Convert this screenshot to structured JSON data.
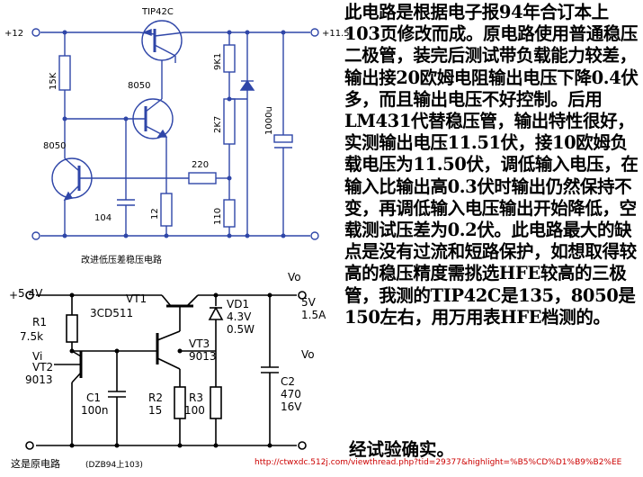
{
  "top": {
    "caption": "改进低压差稳压电路",
    "in_label": "+12",
    "out_label": "+11.5",
    "q1": "TIP42C",
    "q2": "8050",
    "q3": "8050",
    "r_15k": "15K",
    "r_9k1": "9K1",
    "r_2k7": "2K7",
    "r_220": "220",
    "r_12": "12",
    "r_110": "110",
    "c_104": "104",
    "c_1000u": "1000u"
  },
  "bottom": {
    "caption": "这是原电路",
    "source": "(DZB94上103)",
    "vin": "5.4V",
    "vo_top": "Vo",
    "vo_5v": "5V",
    "vo_15a": "1.5A",
    "vo_mid": "Vo",
    "vt1": "VT1",
    "vt1_part": "3CD511",
    "vt2": "VT2",
    "vt2_part": "9013",
    "vt3": "VT3",
    "vt3_part": "9013",
    "r1": "R1",
    "r1_val": "7.5k",
    "vi": "Vi",
    "vd1": "VD1",
    "vd1_v": "4.3V",
    "vd1_w": "0.5W",
    "c1": "C1",
    "c1_val": "100n",
    "r2": "R2",
    "r2_val": "15",
    "r3": "R3",
    "r3_val": "100",
    "c2": "C2",
    "c2_val1": "470",
    "c2_val2": "16V"
  },
  "description": "此电路是根据电子报94年合订本上103页修改而成。原电路使用普通稳压二极管，装完后测试带负载能力较差，输出接20欧姆电阻输出电压下降0.4伏多，而且输出电压不好控制。后用LM431代替稳压管，输出特性很好，实测输出电压11.51伏，接10欧姆负载电压为11.50伏，调低输入电压，在输入比输出高0.3伏时输出仍然保持不变，再调低输入电压输出开始降低，空载测试压差为0.2伏。此电路最大的缺点是没有过流和短路保护，如想取得较高的稳压精度需挑选HFE较高的三极管，我测的TIP42C是135，8050是150左右，用万用表HFE档测的。",
  "conclusion": "经试验确实。",
  "url": "http://ctwxdc.512j.com/viewthread.php?tid=29377&highlight=%B5%CD%D1%B9%B2%EE"
}
